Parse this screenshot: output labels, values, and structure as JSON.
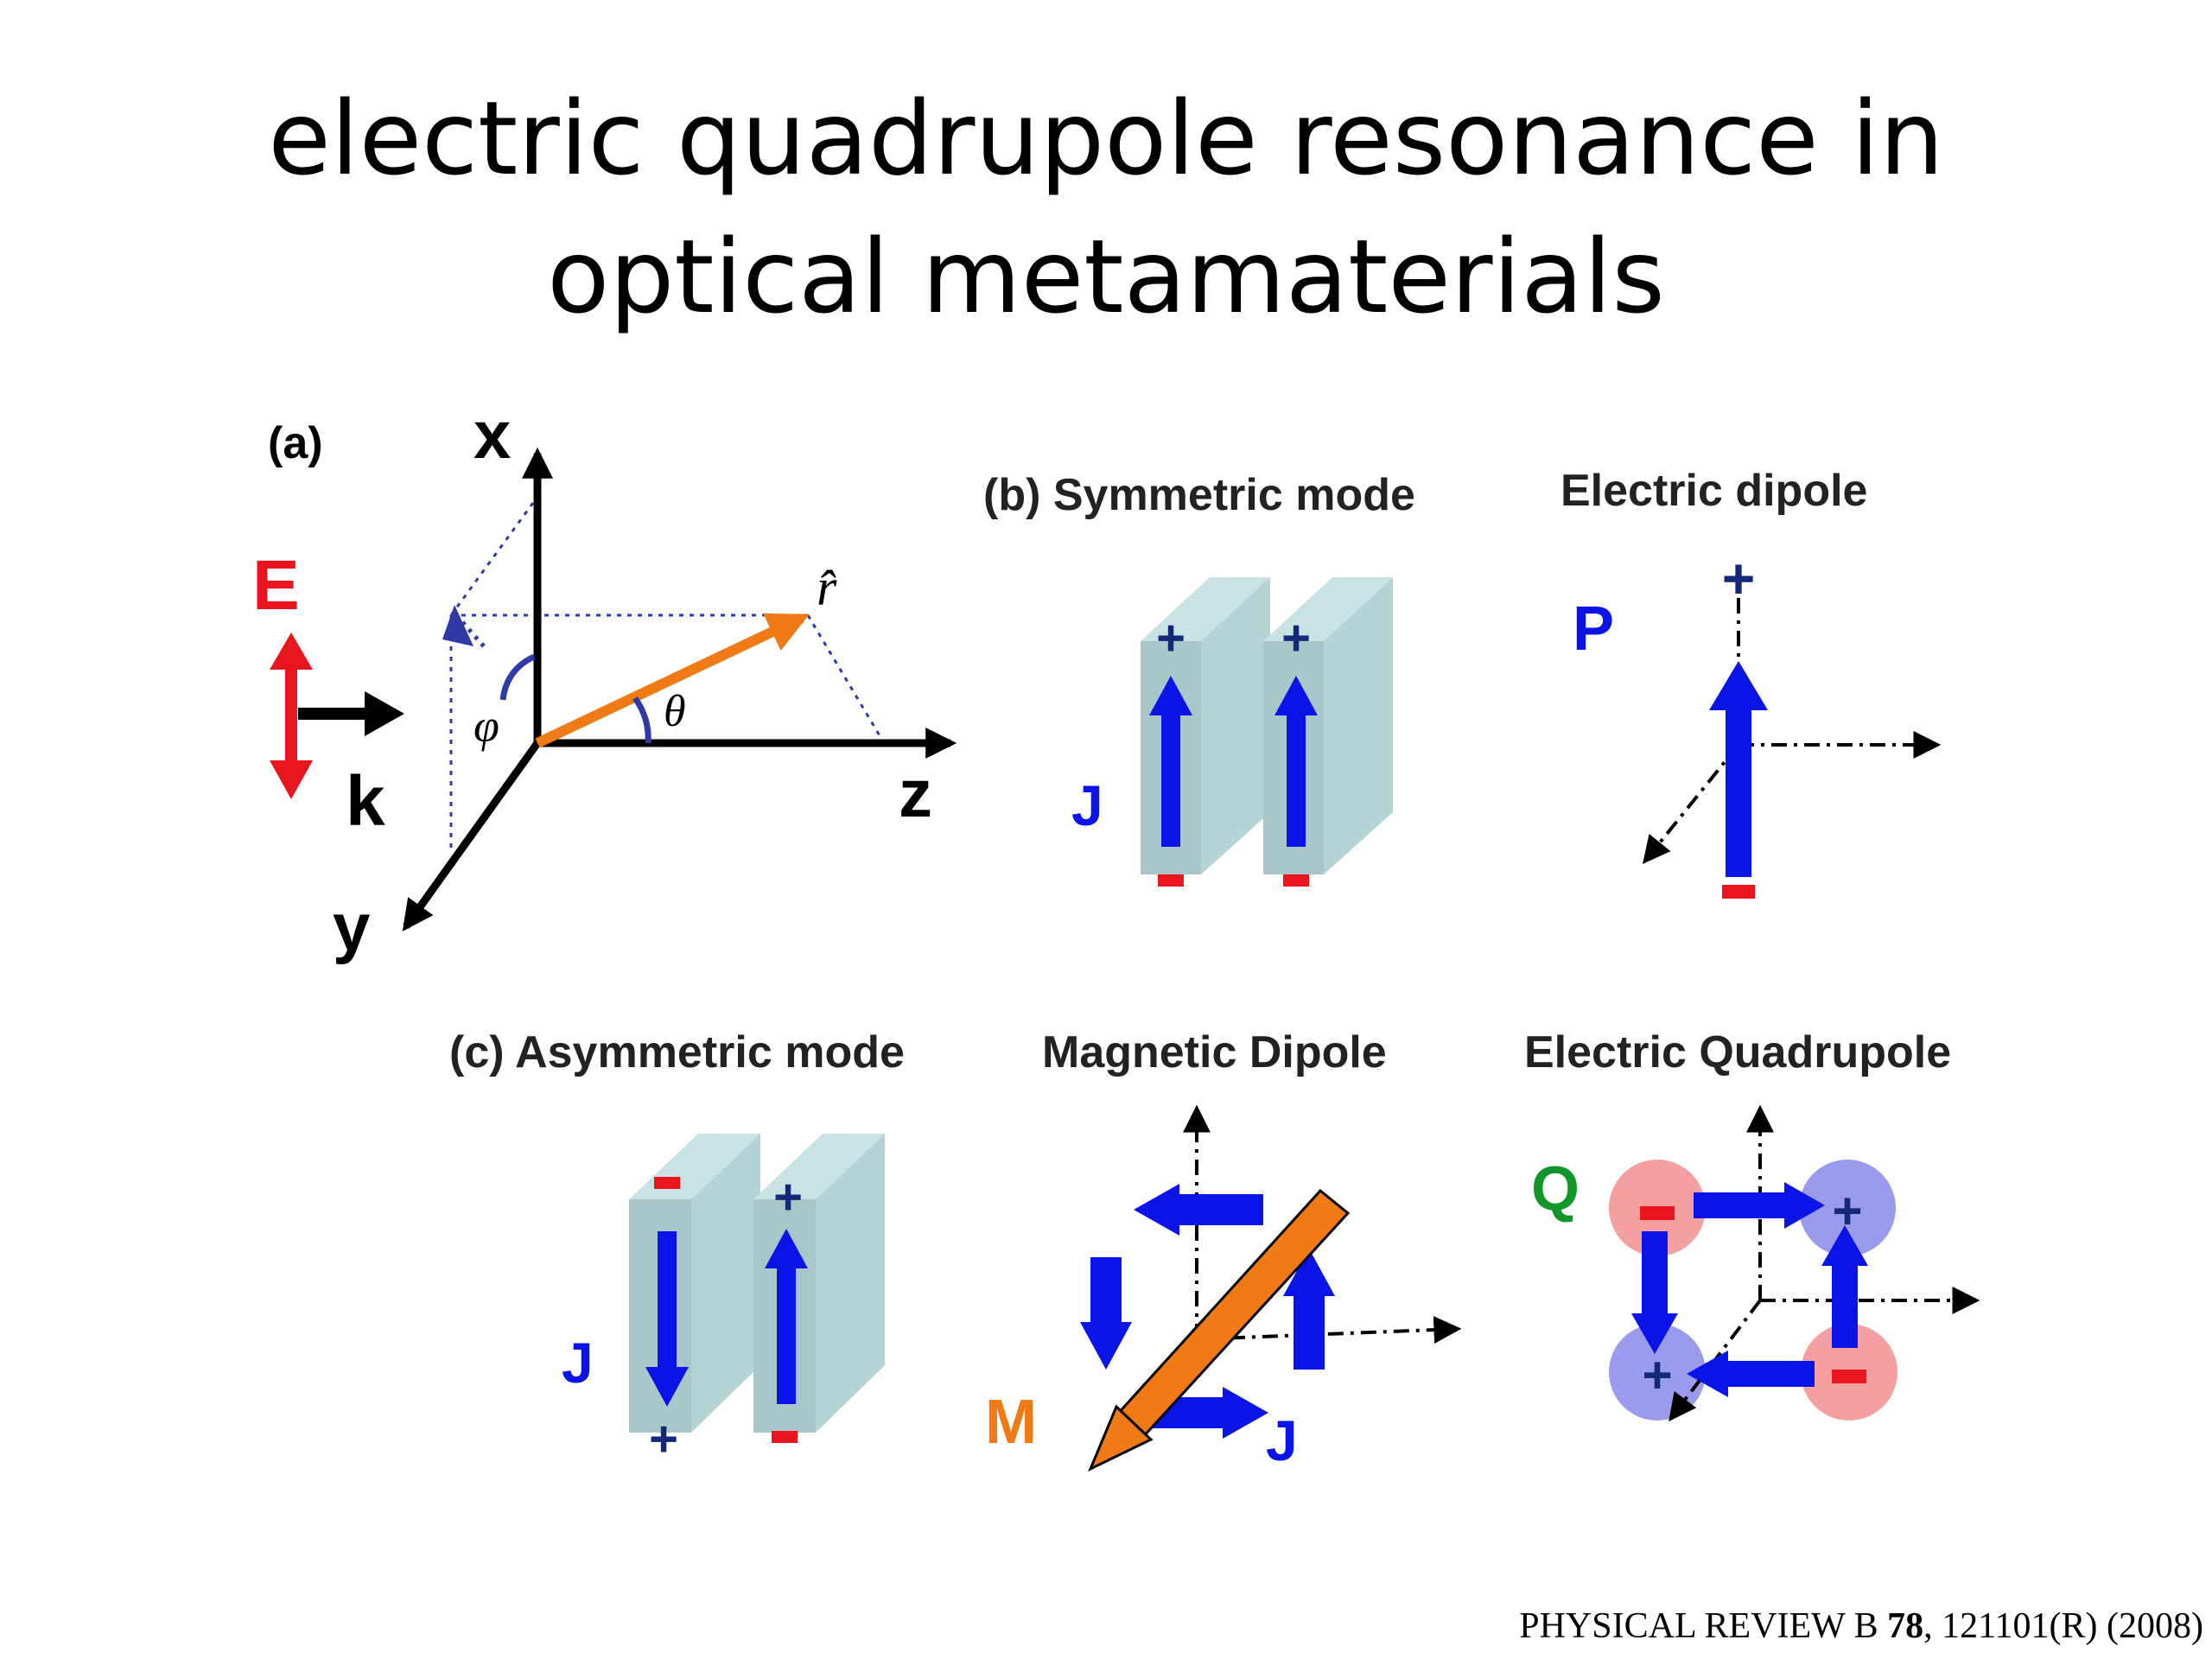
{
  "title": {
    "line1": "electric quadrupole resonance in",
    "line2": "optical metamaterials"
  },
  "panel_a": {
    "tag": "(a)",
    "axis_x": "x",
    "axis_y": "y",
    "axis_z": "z",
    "field_E": "E",
    "wave_k": "k",
    "r_hat": "r̂",
    "theta": "θ",
    "phi": "φ"
  },
  "panel_b": {
    "title": "(b) Symmetric mode",
    "dipole_title": "Electric dipole",
    "J": "J",
    "P": "P",
    "plus": "+",
    "minus": "−"
  },
  "panel_c": {
    "title": "(c) Asymmetric mode",
    "magnetic_title": "Magnetic Dipole",
    "quadrupole_title": "Electric Quadrupole",
    "J": "J",
    "J2": "J",
    "M": "M",
    "Q": "Q"
  },
  "citation": {
    "journal": "PHYSICAL REVIEW B ",
    "volume": "78",
    "rest": ", 121101(R) (2008)"
  },
  "colors": {
    "E": "#e8141e",
    "blue": "#0a14e6",
    "orange": "#f07a16",
    "green": "#12962a",
    "plate_face": "#a9c6c9",
    "plate_side": "#c9e3e5"
  }
}
